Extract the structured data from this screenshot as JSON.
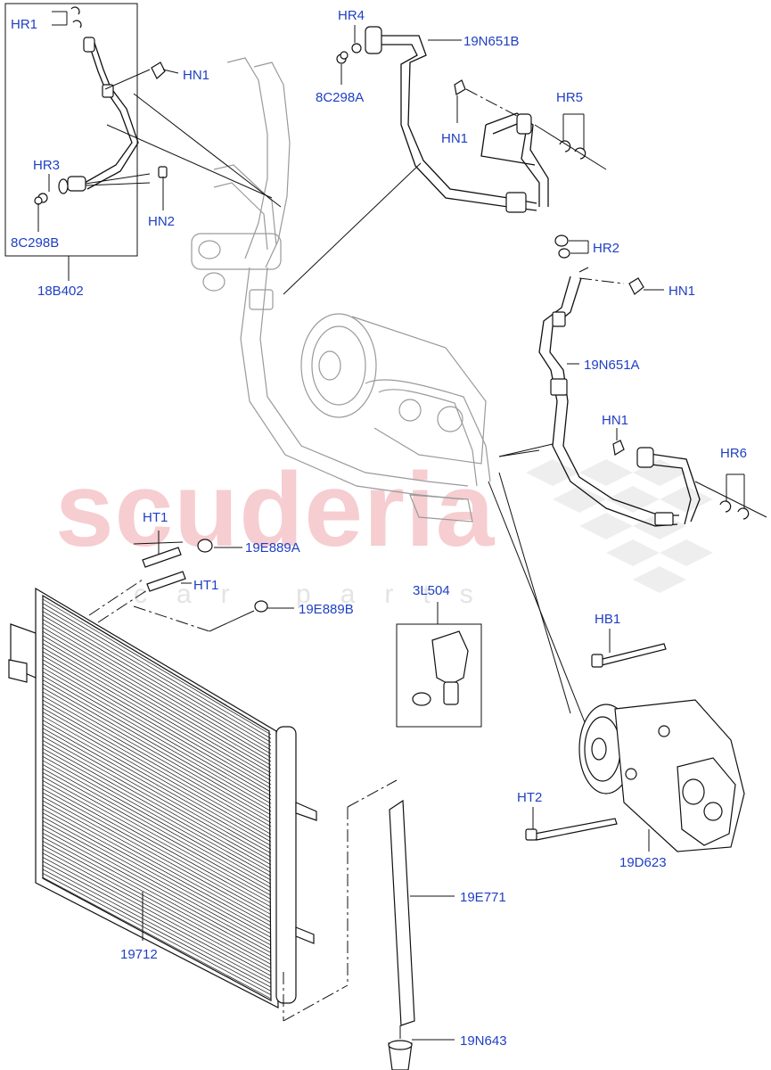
{
  "watermark": {
    "brand": "scuderia",
    "sub": "car parts"
  },
  "callouts": {
    "hr1": "HR1",
    "hn1_a": "HN1",
    "hr3": "HR3",
    "hn2": "HN2",
    "c8c298b": "8C298B",
    "c18b402": "18B402",
    "hr4": "HR4",
    "c19n651b": "19N651B",
    "c8c298a": "8C298A",
    "hn1_b": "HN1",
    "hr5": "HR5",
    "hr2": "HR2",
    "hn1_c": "HN1",
    "c19n651a": "19N651A",
    "hn1_d": "HN1",
    "hr6": "HR6",
    "ht1_a": "HT1",
    "c19e889a": "19E889A",
    "ht1_b": "HT1",
    "c19e889b": "19E889B",
    "c3l504": "3L504",
    "hb1": "HB1",
    "ht2": "HT2",
    "c19d623": "19D623",
    "c19712": "19712",
    "c19e771": "19E771",
    "c19n643": "19N643"
  },
  "colors": {
    "callout": "#1f3fc4",
    "watermark": "#f6cdd0",
    "line": "#111111",
    "ghost": "#9a9a9a"
  }
}
